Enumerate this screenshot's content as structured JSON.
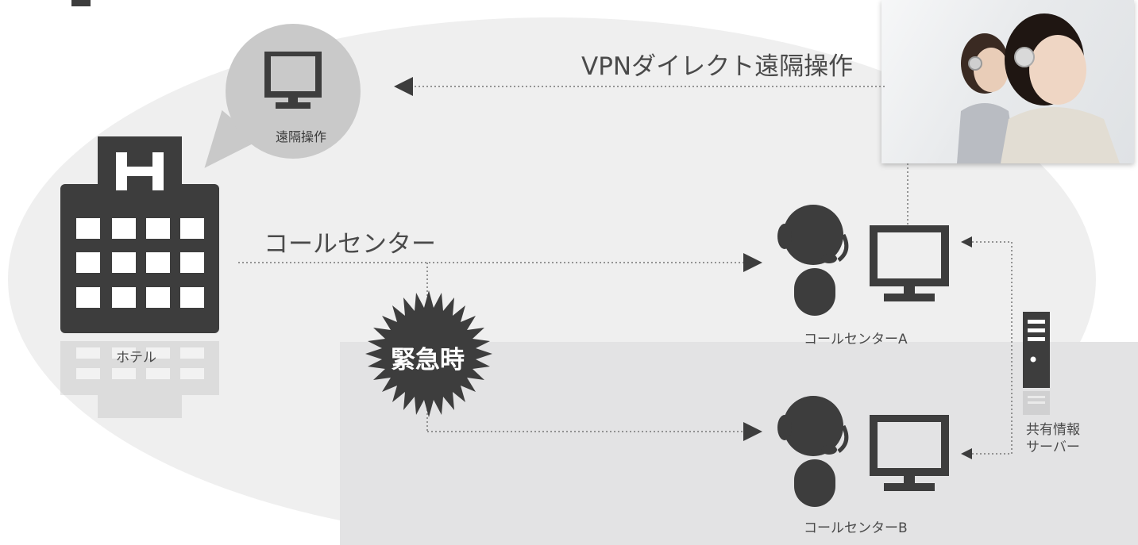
{
  "top_mark": "",
  "bubble": {
    "label": "遠隔操作"
  },
  "vpn": {
    "label": "VPNダイレクト遠隔操作"
  },
  "hotel": {
    "label": "ホテル"
  },
  "callcenter_line": {
    "label": "コールセンター"
  },
  "emergency": {
    "label": "緊急時"
  },
  "center_a": {
    "label": "コールセンターA"
  },
  "center_b": {
    "label": "コールセンターB"
  },
  "server": {
    "label_line1": "共有情報",
    "label_line2": "サーバー"
  },
  "colors": {
    "icon": "#3d3d3d",
    "ellipse": "#efefef",
    "lower_band": "#e3e3e4",
    "bubble": "#c9c9c9"
  },
  "photo": {
    "description_icon": "operators-photo"
  }
}
